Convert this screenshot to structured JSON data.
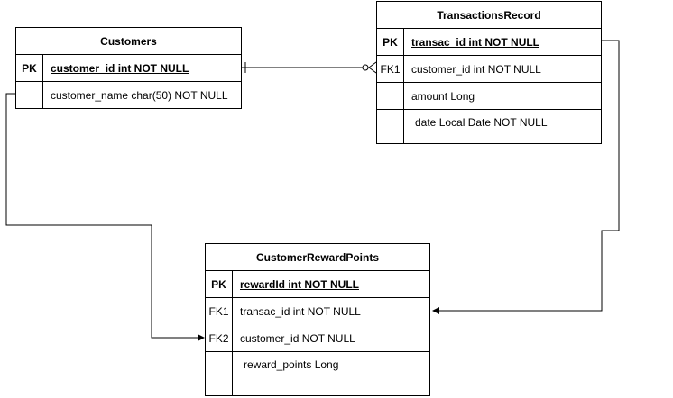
{
  "customers": {
    "title": "Customers",
    "rows": [
      {
        "key": "PK",
        "field": "customer_id int NOT NULL"
      },
      {
        "key": "",
        "field": "customer_name char(50) NOT NULL"
      }
    ]
  },
  "transactions": {
    "title": "TransactionsRecord",
    "rows": [
      {
        "key": "PK",
        "field": "transac_id int NOT NULL"
      },
      {
        "key": "FK1",
        "field": "customer_id int NOT NULL"
      },
      {
        "key": "",
        "field": "amount Long"
      },
      {
        "key": "",
        "field": "date Local Date NOT NULL"
      }
    ]
  },
  "rewards": {
    "title": "CustomerRewardPoints",
    "rows": [
      {
        "key": "PK",
        "field": "rewardId int NOT NULL"
      },
      {
        "key": "FK1",
        "field": "transac_id int NOT NULL"
      },
      {
        "key": "FK2",
        "field": "customer_id NOT NULL"
      },
      {
        "key": "",
        "field": "reward_points  Long"
      }
    ]
  }
}
